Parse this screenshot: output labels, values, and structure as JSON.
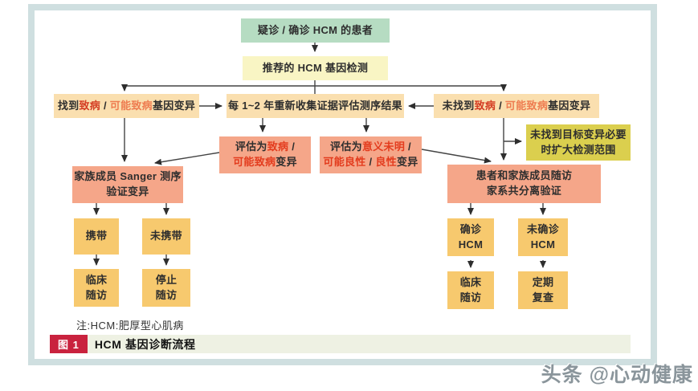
{
  "colors": {
    "frame_border": "#cfdfe0",
    "node_green": "#b6dcc2",
    "node_pale_yellow": "#f9f5c4",
    "node_peach": "#fadfaf",
    "node_salmon": "#f5a689",
    "node_mustard": "#dbcf4e",
    "node_orange": "#f7c96e",
    "text_red_pathogenic": "#d43d23",
    "text_orange_red_likely": "#ee7c50",
    "text_red_on_salmon": "#e33c1e",
    "badge_red": "#c9223e",
    "caption_bar_bg": "#eef1e3"
  },
  "flow": {
    "patient": "疑诊 / 确诊 HCM 的患者",
    "test": "推荐的 HCM 基因检测",
    "found": {
      "t1": "找到",
      "t2": "致病",
      "t3": " / ",
      "t4": "可能致病",
      "t5": "基因变异"
    },
    "reassess": "每 1~2 年重新收集证据评估测序结果",
    "notfound": {
      "t1": "未找到",
      "t2": "致病",
      "t3": " / ",
      "t4": "可能致病",
      "t5": "基因变异"
    },
    "eval_pathogenic": {
      "l1a": "评估为",
      "l1b": "致病",
      "l1c": " /",
      "l2a": "可能致病",
      "l2b": "变异"
    },
    "eval_uncertain": {
      "l1a": "评估为",
      "l1b": "意义未明",
      "l1c": " /",
      "l2a": "可能良性",
      "l2b": " / ",
      "l2c": "良性",
      "l2d": "变异"
    },
    "expand": {
      "l1": "未找到目标变异必要",
      "l2": "时扩大检测范围"
    },
    "sanger": {
      "l1": "家族成员 Sanger 测序",
      "l2": "验证变异"
    },
    "family_follow": {
      "l1": "患者和家族成员随访",
      "l2": "家系共分离验证"
    },
    "carrier": "携带",
    "non_carrier": "未携带",
    "clinical_followup_left": {
      "l1": "临床",
      "l2": "随访"
    },
    "stop_followup": {
      "l1": "停止",
      "l2": "随访"
    },
    "confirmed_hcm": {
      "l1": "确诊",
      "l2": "HCM"
    },
    "unconfirmed_hcm": {
      "l1": "未确诊",
      "l2": "HCM"
    },
    "clinical_followup_right": {
      "l1": "临床",
      "l2": "随访"
    },
    "periodic_review": {
      "l1": "定期",
      "l2": "复查"
    }
  },
  "note": "注:HCM:肥厚型心肌病",
  "caption": {
    "badge": "图 1",
    "title": "HCM 基因诊断流程"
  },
  "watermark": "头条 @心动健康"
}
